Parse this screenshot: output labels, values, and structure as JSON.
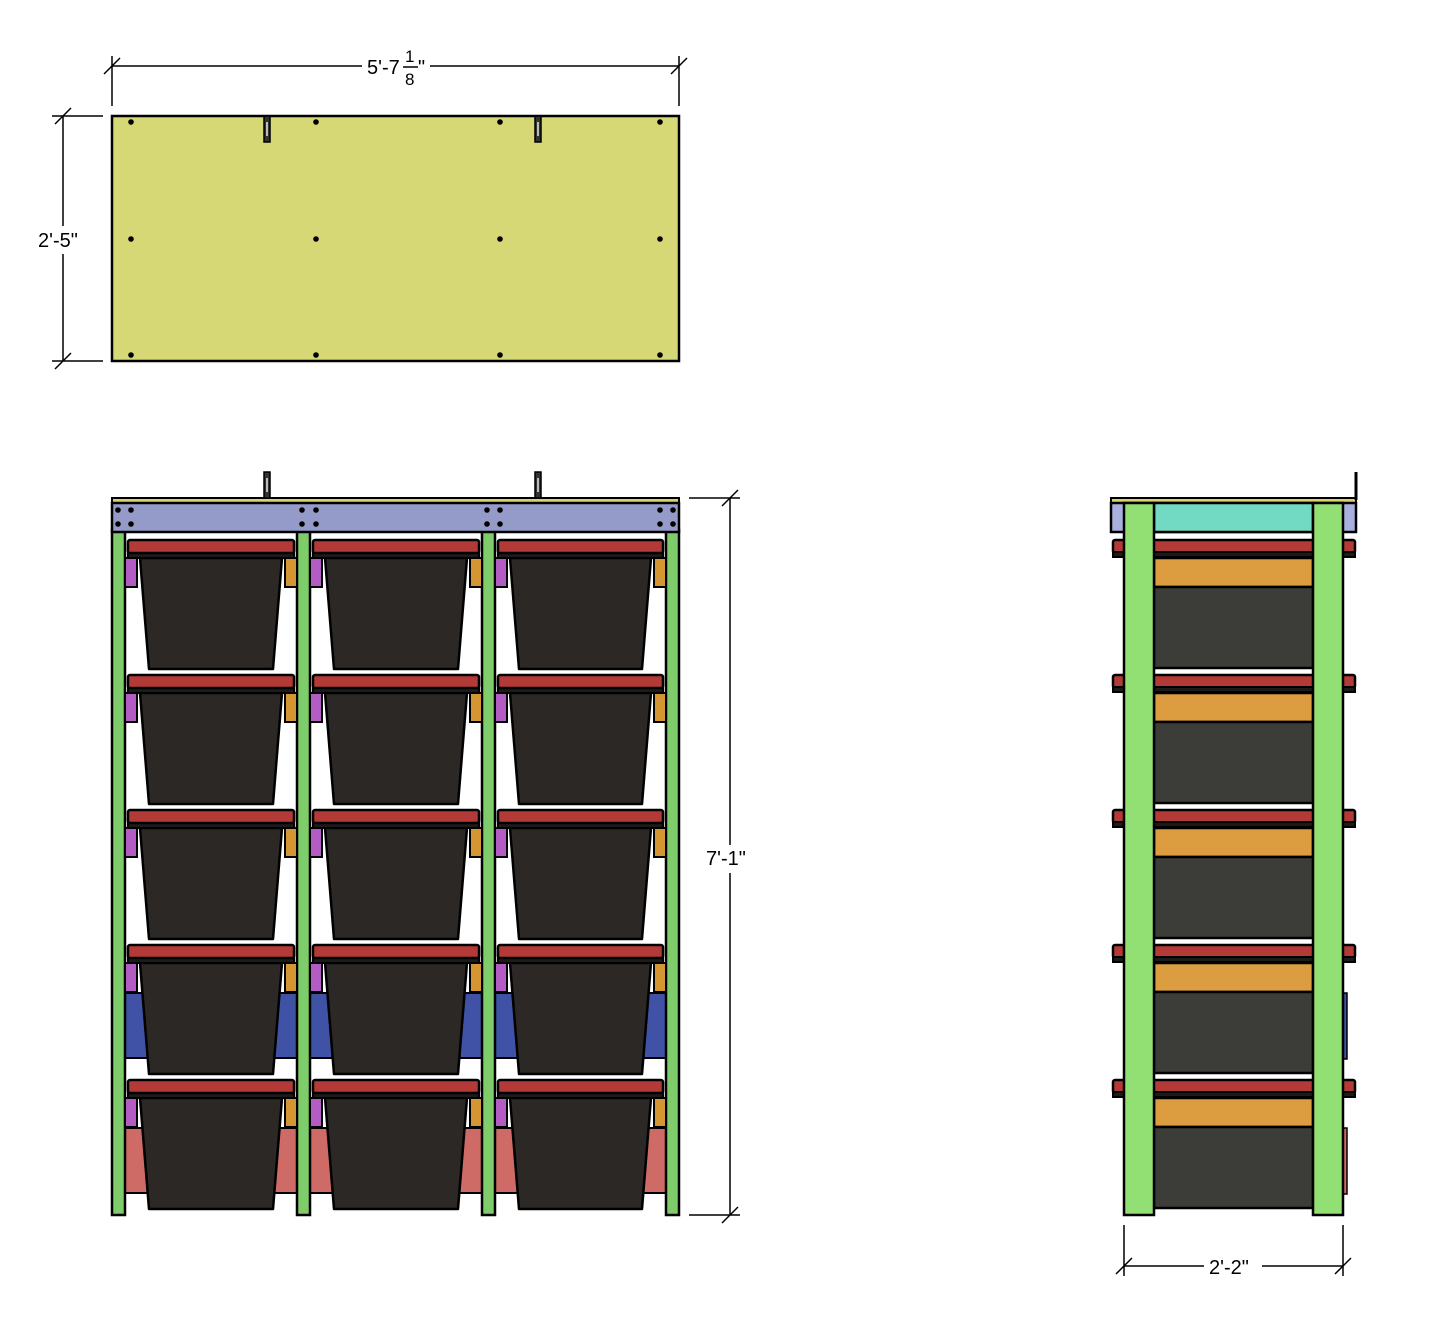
{
  "dimensions": {
    "top_width": {
      "whole": "5'-7",
      "num": "1",
      "den": "8",
      "unit": "\""
    },
    "top_depth": "2'-5\"",
    "height": "7'-1\"",
    "side_depth": "2'-2\""
  },
  "layout": {
    "bays": 3,
    "rows": 5
  },
  "colors": {
    "top_panel": "#d6d775",
    "top_edge": "#d8d46a",
    "apron": "#959bc8",
    "side_apron": "#aab0de",
    "side_cross": "#72d9c2",
    "leg": "#7fcc6a",
    "side_leg": "#92df74",
    "lid": "#b43a37",
    "bin": "#2b2826",
    "side_bin": "#3c3c38",
    "rail_left": "#b35cc4",
    "rail_right": "#d49533",
    "side_rail": "#dc9c40",
    "back_row4": "#3f52a6",
    "back_row5": "#cf6b66",
    "line": "#000000"
  }
}
